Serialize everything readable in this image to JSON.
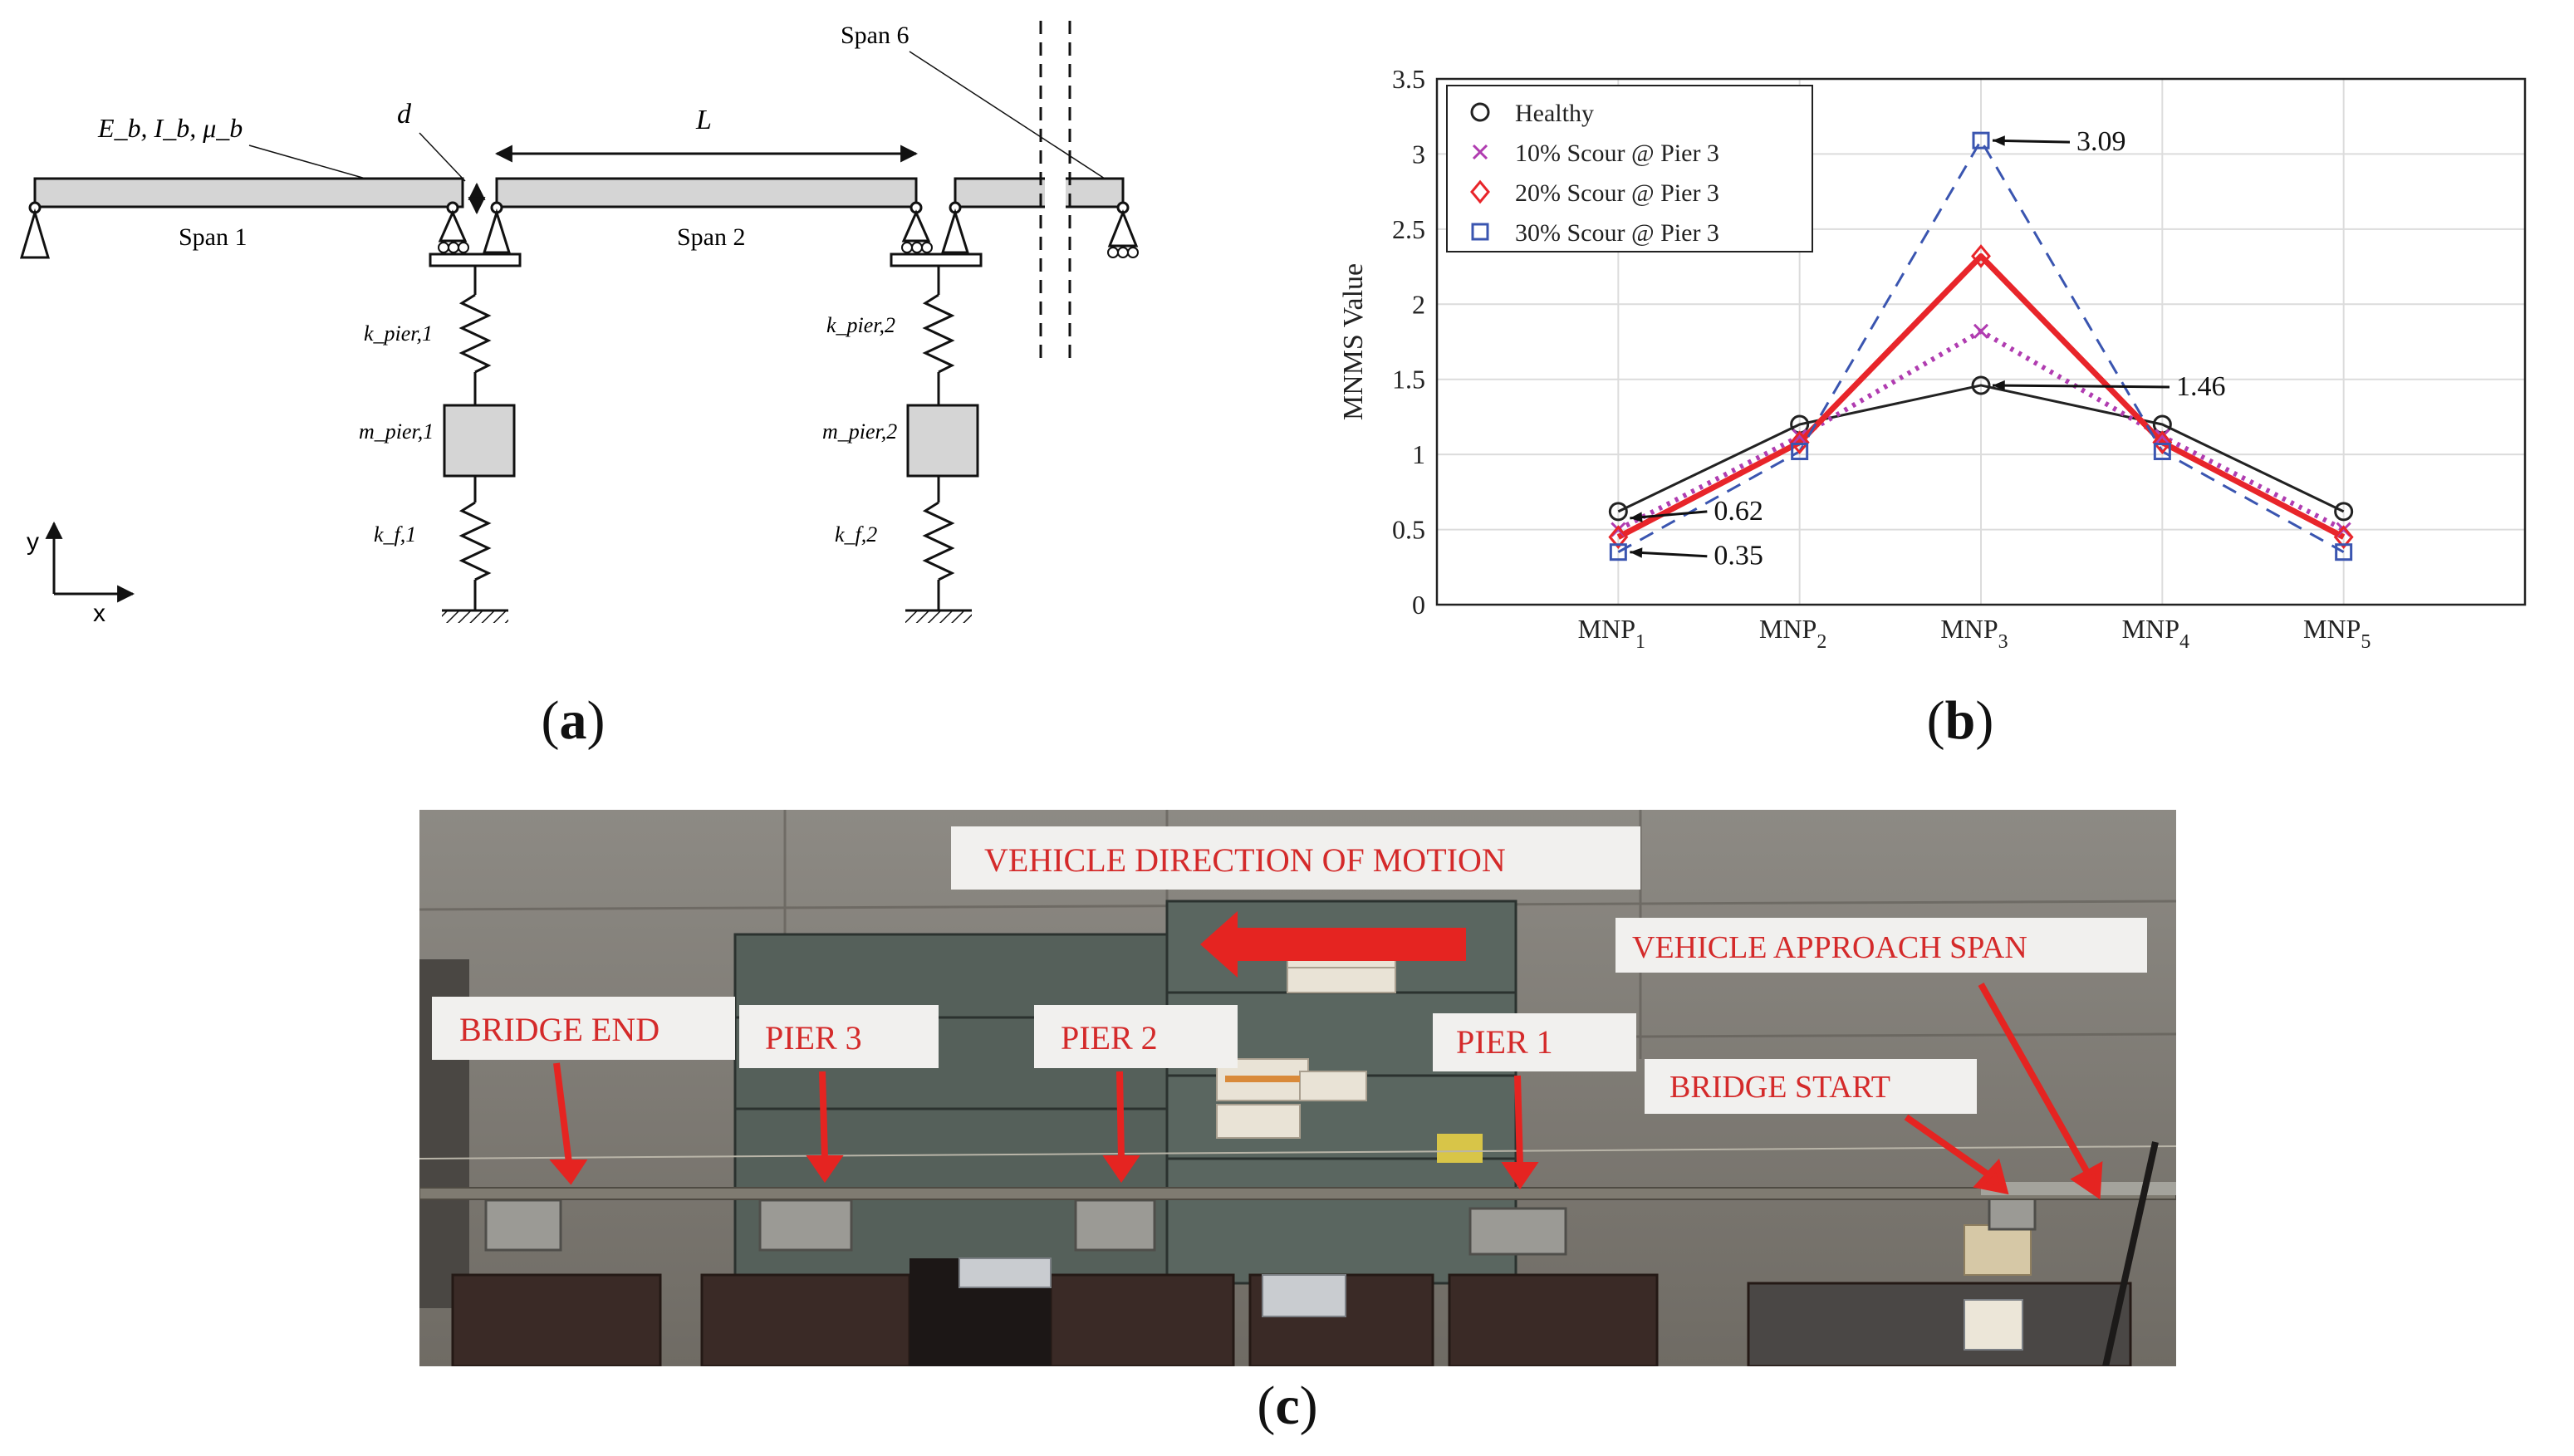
{
  "panel_a": {
    "caption_open": "(",
    "caption_letter": "a",
    "caption_close": ")",
    "labels": {
      "beam_props": "E_b, I_b, μ_b",
      "gap": "d",
      "span_length": "L",
      "span1": "Span 1",
      "span2": "Span 2",
      "span6": "Span 6",
      "k_pier_1": "k_pier,1",
      "m_pier_1": "m_pier,1",
      "k_f_1": "k_f,1",
      "k_pier_2": "k_pier,2",
      "m_pier_2": "m_pier,2",
      "k_f_2": "k_f,2",
      "axis_y": "y",
      "axis_x": "x"
    }
  },
  "panel_b": {
    "caption_open": "(",
    "caption_letter": "b",
    "caption_close": ")",
    "annotations": [
      "3.09",
      "1.46",
      "0.62",
      "0.35"
    ]
  },
  "panel_c": {
    "caption_open": "(",
    "caption_letter": "c",
    "caption_close": ")",
    "labels": {
      "direction": "VEHICLE DIRECTION OF MOTION",
      "approach": "VEHICLE APPROACH SPAN",
      "bridge_end": "BRIDGE END",
      "pier3": "PIER 3",
      "pier2": "PIER 2",
      "pier1": "PIER 1",
      "bridge_start": "BRIDGE START"
    },
    "label_color": "#d42a2a"
  },
  "chart_data": {
    "type": "line",
    "categories": [
      "MNP1",
      "MNP2",
      "MNP3",
      "MNP4",
      "MNP5"
    ],
    "ylabel": "MNMS Value",
    "xlabel": "",
    "ylim": [
      0,
      3.5
    ],
    "yticks": [
      "0",
      "0.5",
      "1",
      "1.5",
      "2",
      "2.5",
      "3",
      "3.5"
    ],
    "grid": true,
    "legend_position": "top-left",
    "series": [
      {
        "name": "Healthy",
        "values": [
          0.62,
          1.2,
          1.46,
          1.2,
          0.62
        ],
        "color": "#222222",
        "marker": "circle",
        "style": "solid"
      },
      {
        "name": "10% Scour @ Pier 3",
        "values": [
          0.5,
          1.12,
          1.82,
          1.12,
          0.5
        ],
        "color": "#b03cb0",
        "marker": "x",
        "style": "dotted"
      },
      {
        "name": "20% Scour @ Pier 3",
        "values": [
          0.45,
          1.08,
          2.32,
          1.08,
          0.45
        ],
        "color": "#e8252a",
        "marker": "diamond",
        "style": "solid-thick"
      },
      {
        "name": "30% Scour @ Pier 3",
        "values": [
          0.35,
          1.02,
          3.09,
          1.02,
          0.35
        ],
        "color": "#3a55b0",
        "marker": "square",
        "style": "dashed"
      }
    ]
  }
}
